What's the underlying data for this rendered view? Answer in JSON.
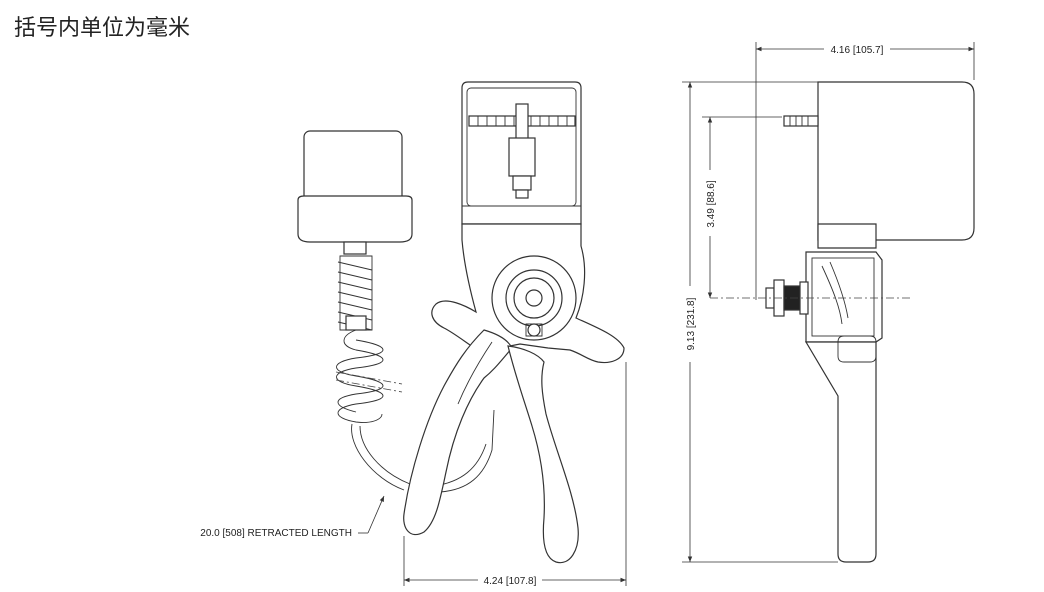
{
  "header": {
    "units_note": "括号内单位为毫米"
  },
  "dimensions": {
    "front_width": "4.24 [107.8]",
    "side_width": "4.16 [105.7]",
    "overall_height": "9.13 [231.8]",
    "pivot_height": "3.49 [88.6]",
    "cable_length": "20.0 [508] RETRACTED LENGTH"
  },
  "views": [
    "front-view",
    "side-view"
  ]
}
